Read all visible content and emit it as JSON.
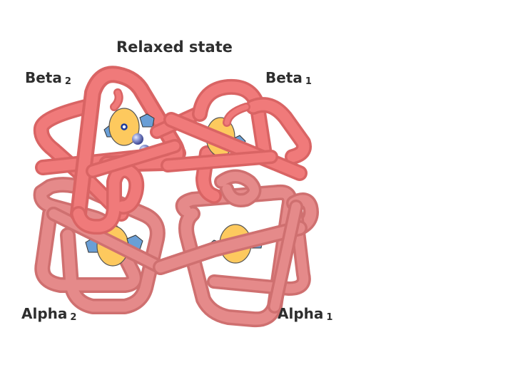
{
  "diagram": {
    "title": "Relaxed state",
    "subunits": [
      {
        "id": "beta2",
        "name": "Beta",
        "index": "2"
      },
      {
        "id": "beta1",
        "name": "Beta",
        "index": "1"
      },
      {
        "id": "alpha2",
        "name": "Alpha",
        "index": "2"
      },
      {
        "id": "alpha1",
        "name": "Alpha",
        "index": "1"
      }
    ],
    "colors": {
      "beta_chain": "#f07a7a",
      "beta_chain_edge": "#d96464",
      "alpha_chain": "#e58a8a",
      "alpha_chain_edge": "#cf7070",
      "heme": "#fdc95e",
      "heme_edge": "#555555",
      "iron": "#1a3a9c",
      "pentagon": "#6a9fd6",
      "oxygen": "#6f7fc0",
      "text": "#2e2e2e"
    }
  }
}
